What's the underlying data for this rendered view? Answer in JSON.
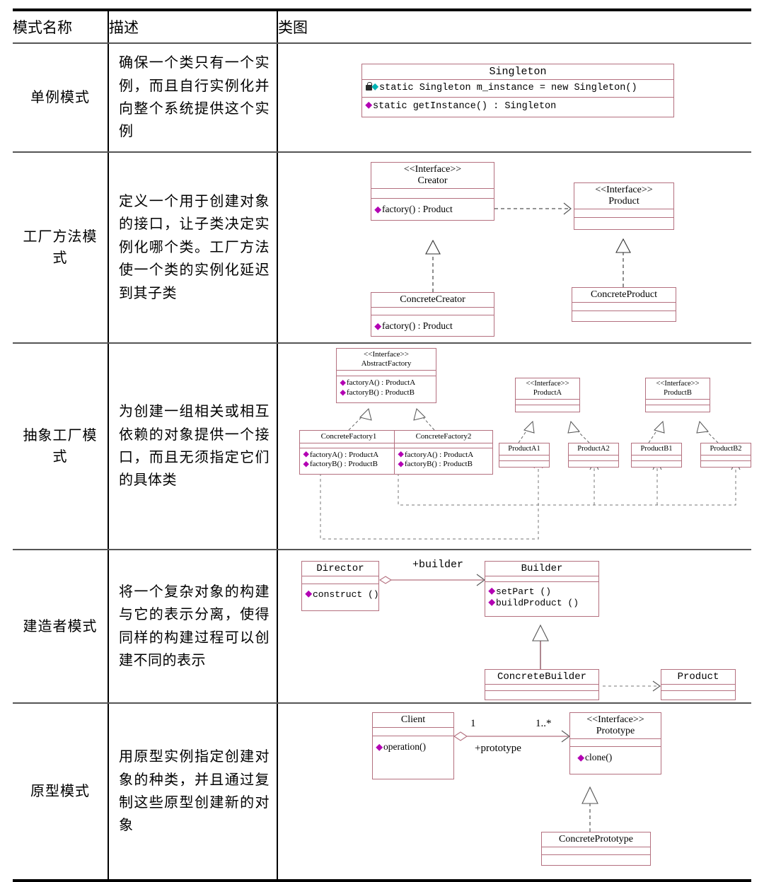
{
  "table": {
    "headers": [
      "模式名称",
      "描述",
      "类图"
    ],
    "rows": [
      {
        "name": "单例模式",
        "desc": "确保一个类只有一个实例，而且自行实例化并向整个系统提供这个实例"
      },
      {
        "name": "工厂方法模式",
        "desc": "定义一个用于创建对象的接口，让子类决定实例化哪个类。工厂方法使一个类的实例化延迟到其子类"
      },
      {
        "name": "抽象工厂模式",
        "desc": "为创建一组相关或相互依赖的对象提供一个接口，而且无须指定它们的具体类"
      },
      {
        "name": "建造者模式",
        "desc": "将一个复杂对象的构建与它的表示分离，使得同样的构建过程可以创建不同的表示"
      },
      {
        "name": "原型模式",
        "desc": "用原型实例指定创建对象的种类，并且通过复制这些原型创建新的对象"
      }
    ]
  },
  "colors": {
    "box_border": "#b4707f",
    "member_diamond": "#b300b3",
    "static_diamond": "#00b3b3",
    "table_rule": "#555555",
    "table_outer": "#000000"
  },
  "diagrams": {
    "singleton": {
      "classes": [
        {
          "id": "singleton",
          "title": "Singleton",
          "members": [
            "static Singleton m_instance = new Singleton()",
            "static getInstance() : Singleton"
          ]
        }
      ]
    },
    "factory_method": {
      "classes": [
        {
          "id": "creator",
          "stereotype": "<<Interface>>",
          "title": "Creator",
          "members": [
            "factory() : Product"
          ]
        },
        {
          "id": "product",
          "stereotype": "<<Interface>>",
          "title": "Product",
          "members": []
        },
        {
          "id": "concrete_creator",
          "title": "ConcreteCreator",
          "members": [
            "factory() : Product"
          ]
        },
        {
          "id": "concrete_product",
          "title": "ConcreteProduct",
          "members": []
        }
      ],
      "relations": [
        {
          "from": "creator",
          "to": "product",
          "type": "dependency"
        },
        {
          "from": "concrete_creator",
          "to": "creator",
          "type": "realization"
        },
        {
          "from": "concrete_product",
          "to": "product",
          "type": "realization"
        }
      ]
    },
    "abstract_factory": {
      "classes": [
        {
          "id": "abstract_factory",
          "stereotype": "<<Interface>>",
          "title": "AbstractFactory",
          "members": [
            "factoryA() : ProductA",
            "factoryB() : ProductB"
          ]
        },
        {
          "id": "concrete_factory_1",
          "title": "ConcreteFactory1",
          "members": [
            "factoryA() : ProductA",
            "factoryB() : ProductB"
          ]
        },
        {
          "id": "concrete_factory_2",
          "title": "ConcreteFactory2",
          "members": [
            "factoryA() : ProductA",
            "factoryB() : ProductB"
          ]
        },
        {
          "id": "product_a",
          "stereotype": "<<Interface>>",
          "title": "ProductA",
          "members": []
        },
        {
          "id": "product_b",
          "stereotype": "<<Interface>>",
          "title": "ProductB",
          "members": []
        },
        {
          "id": "product_a1",
          "title": "ProductA1",
          "members": []
        },
        {
          "id": "product_a2",
          "title": "ProductA2",
          "members": []
        },
        {
          "id": "product_b1",
          "title": "ProductB1",
          "members": []
        },
        {
          "id": "product_b2",
          "title": "ProductB2",
          "members": []
        }
      ],
      "relations": [
        {
          "from": "concrete_factory_1",
          "to": "abstract_factory",
          "type": "realization"
        },
        {
          "from": "concrete_factory_2",
          "to": "abstract_factory",
          "type": "realization"
        },
        {
          "from": "product_a1",
          "to": "product_a",
          "type": "realization"
        },
        {
          "from": "product_a2",
          "to": "product_a",
          "type": "realization"
        },
        {
          "from": "product_b1",
          "to": "product_b",
          "type": "realization"
        },
        {
          "from": "product_b2",
          "to": "product_b",
          "type": "realization"
        },
        {
          "from": "concrete_factory_1",
          "to": "product_a1",
          "type": "dependency"
        },
        {
          "from": "concrete_factory_2",
          "to": "product_a2",
          "type": "dependency"
        },
        {
          "from": "concrete_factory_2",
          "to": "product_b1",
          "type": "dependency"
        },
        {
          "from": "concrete_factory_2",
          "to": "product_b2",
          "type": "dependency"
        }
      ]
    },
    "builder": {
      "classes": [
        {
          "id": "director",
          "title": "Director",
          "members": [
            "construct ()"
          ]
        },
        {
          "id": "builder",
          "title": "Builder",
          "members": [
            "setPart ()",
            "buildProduct ()"
          ]
        },
        {
          "id": "concrete_builder",
          "title": "ConcreteBuilder",
          "members": []
        },
        {
          "id": "product",
          "title": "Product",
          "members": []
        }
      ],
      "labels": [
        {
          "text": "+builder"
        }
      ],
      "relations": [
        {
          "from": "director",
          "to": "builder",
          "type": "aggregation",
          "label": "+builder"
        },
        {
          "from": "concrete_builder",
          "to": "builder",
          "type": "generalization"
        },
        {
          "from": "concrete_builder",
          "to": "product",
          "type": "dependency"
        }
      ]
    },
    "prototype": {
      "classes": [
        {
          "id": "client",
          "title": "Client",
          "members": [
            "operation()"
          ]
        },
        {
          "id": "prototype",
          "stereotype": "<<Interface>>",
          "title": "Prototype",
          "members": [
            "clone()"
          ]
        },
        {
          "id": "concrete_prototype",
          "title": "ConcretePrototype",
          "members": []
        }
      ],
      "labels": [
        {
          "text": "1"
        },
        {
          "text": "1..*"
        },
        {
          "text": "+prototype"
        }
      ],
      "relations": [
        {
          "from": "client",
          "to": "prototype",
          "type": "aggregation",
          "label": "+prototype",
          "from_mult": "1",
          "to_mult": "1..*"
        },
        {
          "from": "concrete_prototype",
          "to": "prototype",
          "type": "realization"
        }
      ]
    }
  }
}
